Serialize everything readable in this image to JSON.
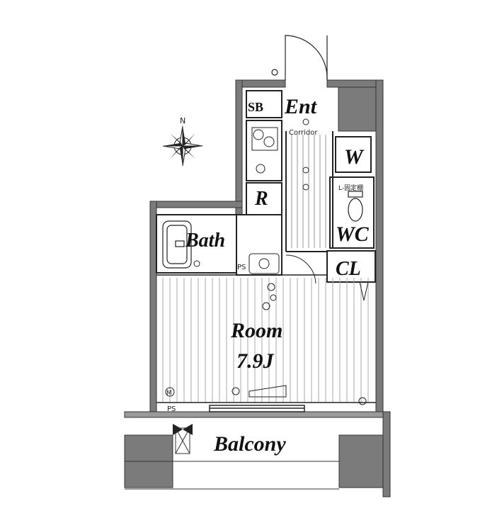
{
  "rooms": {
    "entrance": "Ent",
    "shoe_box": "SB",
    "corridor": "Corridor",
    "refrigerator": "R",
    "bath": "Bath",
    "washer": "W",
    "toilet": "WC",
    "closet": "CL",
    "room_name": "Room",
    "room_size": "7.9J",
    "balcony": "Balcony"
  },
  "fixtures": {
    "pipe_space": "PS",
    "pipe_space_2": "PS",
    "meter": "M",
    "shelf_note": "L-固定棚",
    "north": "N"
  },
  "colors": {
    "wall": "#7b7b7b",
    "wall_dark": "#5f5f5f",
    "line": "#222222",
    "floor_hatch": "#9a9a9a"
  },
  "icons": [
    "compass-rose-icon",
    "door-swing-icon",
    "toilet-icon",
    "bathtub-icon",
    "sink-icon",
    "stove-icon"
  ]
}
